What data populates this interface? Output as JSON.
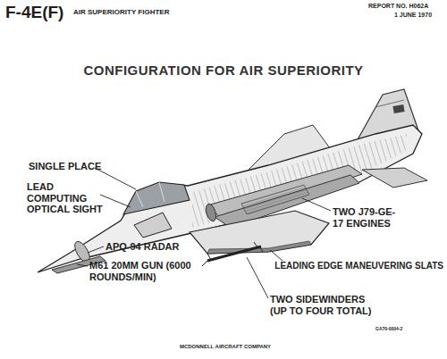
{
  "diagram": {
    "title": "CONFIGURATION FOR AIR SUPERIORITY",
    "labels": [
      "F-4E(F)",
      "AIR SUPERIORITY FIGHTER",
      "REPORT NO. H062A",
      "1 JUNE 1970",
      "SINGLE PLACE",
      "LEAD COMPUTING OPTICAL SIGHT",
      "TWO J79-GE-17 ENGINES",
      "APQ-94 RADAR",
      "M61 20MM GUN (6000 ROUNDS/MIN)",
      "LEADING EDGE MANEUVERING SLATS",
      "TWO SIDEWINDERS (UP TO FOUR TOTAL)",
      "GA70-0004-2",
      "MCDONNELL AIRCRAFT COMPANY"
    ]
  }
}
